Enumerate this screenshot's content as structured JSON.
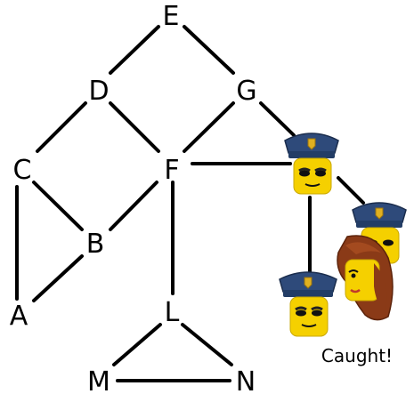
{
  "nodes": {
    "E": "E",
    "D": "D",
    "G": "G",
    "C": "C",
    "F": "F",
    "B": "B",
    "A": "A",
    "L": "L",
    "M": "M",
    "N": "N"
  },
  "caption": "Caught!",
  "edges": [
    [
      "E",
      "D"
    ],
    [
      "E",
      "G"
    ],
    [
      "D",
      "C"
    ],
    [
      "D",
      "F"
    ],
    [
      "G",
      "F"
    ],
    [
      "G",
      "police-top"
    ],
    [
      "C",
      "B"
    ],
    [
      "C",
      "A"
    ],
    [
      "F",
      "B"
    ],
    [
      "B",
      "A"
    ],
    [
      "F",
      "L"
    ],
    [
      "F",
      "police-top"
    ],
    [
      "L",
      "M"
    ],
    [
      "L",
      "N"
    ],
    [
      "M",
      "N"
    ],
    [
      "police-top",
      "police-right"
    ],
    [
      "police-top",
      "police-bottom"
    ]
  ],
  "figures": [
    "police-officer-top",
    "police-officer-right",
    "police-officer-bottom",
    "robber-woman"
  ],
  "colors": {
    "line": "#000000",
    "cap": "#2e4a7a",
    "badge": "#e0b020",
    "face": "#f5d000",
    "hair": "#8a3a17"
  }
}
